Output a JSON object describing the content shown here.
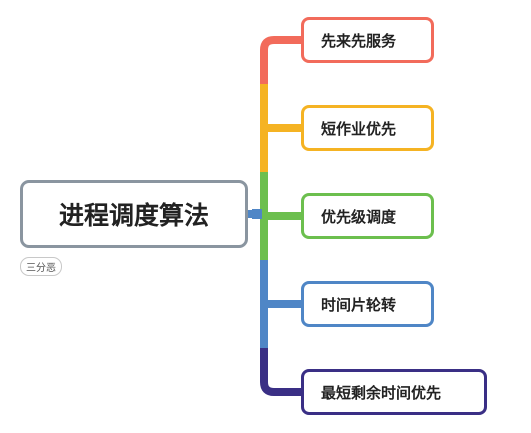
{
  "root": {
    "label": "进程调度算法",
    "tag": "三分恶"
  },
  "colors": {
    "root_border": "#8a95a0",
    "trunk": "#4f86c6",
    "branches": [
      "#f26b5b",
      "#f5b323",
      "#6cbf4e",
      "#4f86c6",
      "#3a2f85"
    ]
  },
  "children": [
    {
      "label": "先来先服务",
      "color": "#f26b5b"
    },
    {
      "label": "短作业优先",
      "color": "#f5b323"
    },
    {
      "label": "优先级调度",
      "color": "#6cbf4e"
    },
    {
      "label": "时间片轮转",
      "color": "#4f86c6"
    },
    {
      "label": "最短剩余时间优先",
      "color": "#3a2f85"
    }
  ]
}
